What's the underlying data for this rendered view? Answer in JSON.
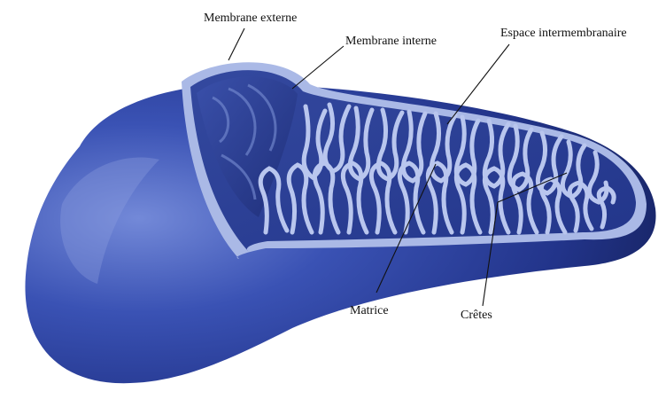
{
  "labels": {
    "outer_membrane": "Membrane externe",
    "inner_membrane": "Membrane interne",
    "intermembrane_space": "Espace intermembranaire",
    "matrix": "Matrice",
    "cristae": "Crêtes"
  },
  "colors": {
    "body_dark": "#1b2a74",
    "body_mid": "#2f45a6",
    "body_light": "#6f86d6",
    "membrane_rim": "#a8b8e6",
    "interior": "#283c98",
    "leader_line": "#111111"
  }
}
